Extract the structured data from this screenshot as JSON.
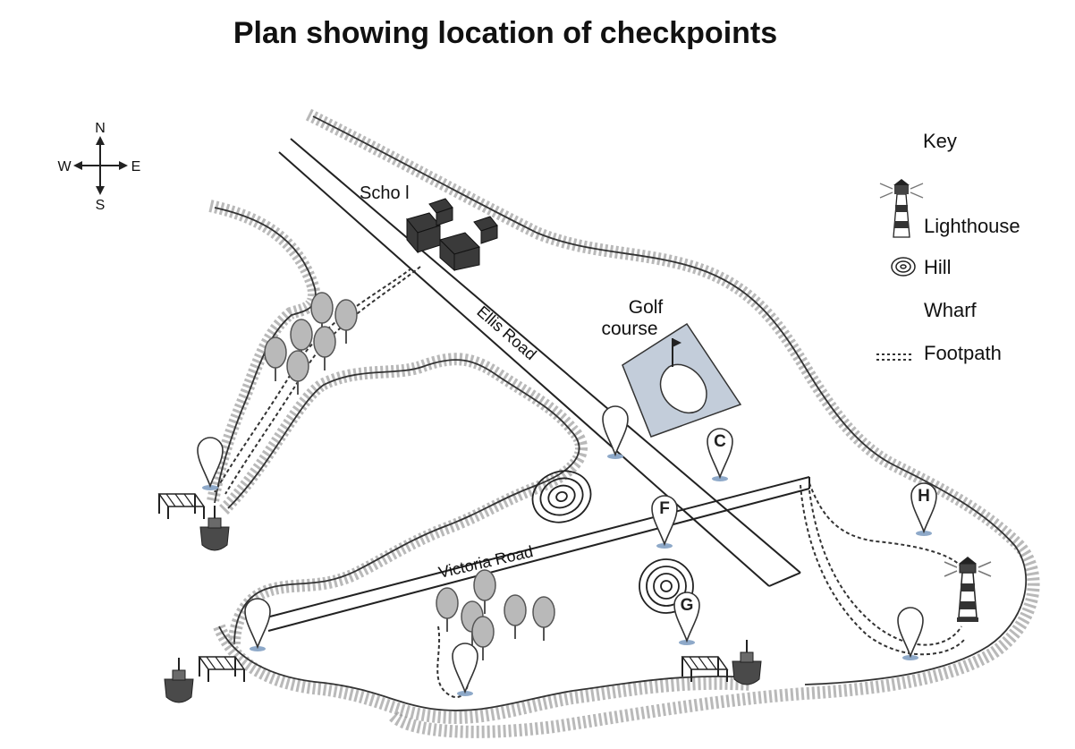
{
  "title": "Plan showing location of checkpoints",
  "compass": {
    "north": "N",
    "south": "S",
    "east": "E",
    "west": "W"
  },
  "key": {
    "heading": "Key",
    "items": [
      {
        "icon": "lighthouse-icon",
        "label": "Lighthouse"
      },
      {
        "icon": "hill-icon",
        "label": "Hill"
      },
      {
        "icon": "wharf-icon",
        "label": "Wharf"
      },
      {
        "icon": "footpath-icon",
        "label": "Footpath"
      }
    ]
  },
  "labels": {
    "school": "Scho l",
    "golf_line1": "Golf",
    "golf_line2": "course",
    "ellis_road": "Ellis Road",
    "victoria_road": "Victoria Road"
  },
  "checkpoints": [
    "",
    "",
    "C",
    "F",
    "G",
    "H",
    "",
    "",
    ""
  ],
  "colors": {
    "water": "#6e6e6e",
    "golf": "#c3cdda",
    "pin_base": "#8ea9c9",
    "building": "#3a3a3a"
  }
}
